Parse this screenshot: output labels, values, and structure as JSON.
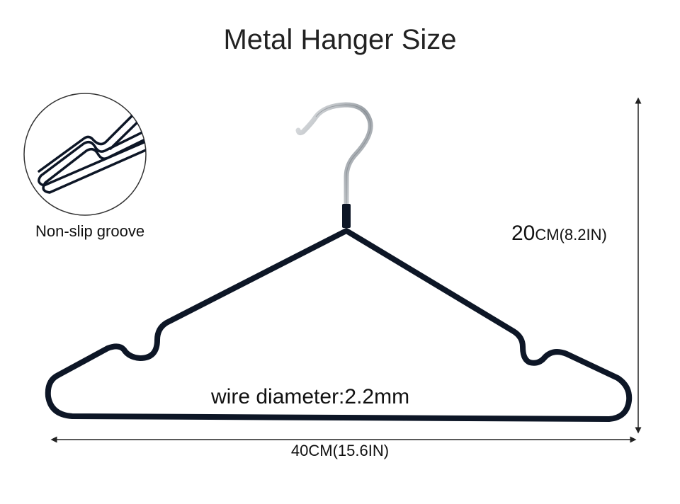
{
  "title": "Metal Hanger Size",
  "inset_caption": "Non-slip groove",
  "height": {
    "value": "20",
    "unit": "CM(8.2IN)"
  },
  "width": {
    "label": "40CM(15.6IN)"
  },
  "wire": {
    "label": "wire diameter:2.2mm"
  },
  "colors": {
    "hanger": "#0d1626",
    "hook": "#9aa0a6",
    "dimension": "#222222"
  }
}
